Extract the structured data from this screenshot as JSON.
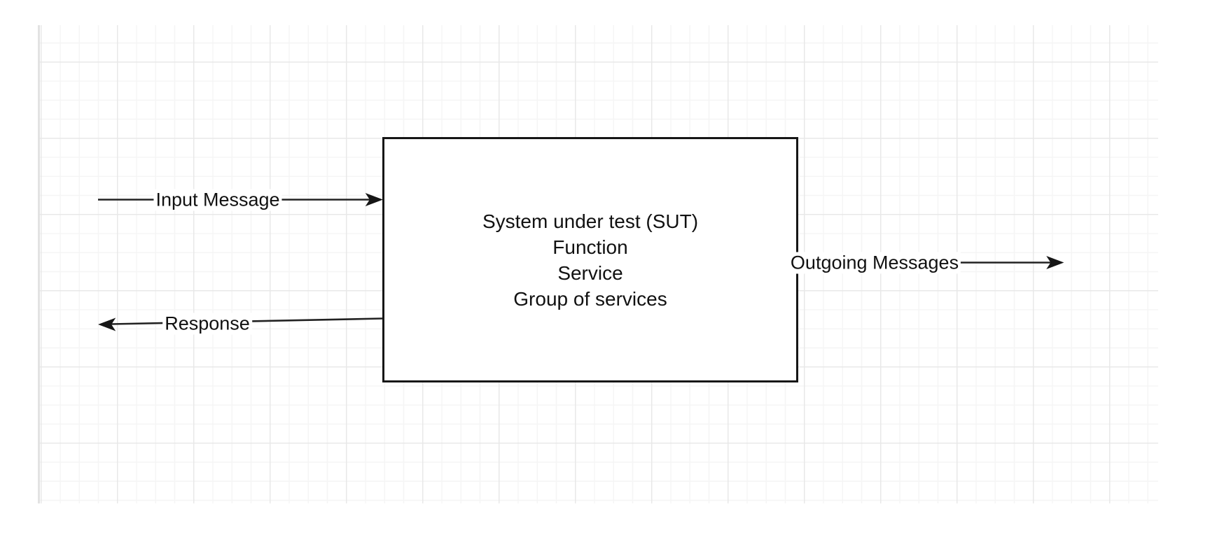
{
  "diagram": {
    "node": {
      "title_lines": [
        "System under test (SUT)",
        "Function",
        "Service",
        "Group of services"
      ]
    },
    "edges": [
      {
        "id": "input-message",
        "label": "Input Message",
        "direction": "into-node-from-left"
      },
      {
        "id": "response",
        "label": "Response",
        "direction": "out-of-node-to-left"
      },
      {
        "id": "outgoing-messages",
        "label": "Outgoing Messages",
        "direction": "out-of-node-to-right"
      }
    ],
    "colors": {
      "stroke": "#161616",
      "node_fill": "#ffffff",
      "node_border": "#161616",
      "grid_minor": "#f5f5f5",
      "grid_major": "#e8e8e8",
      "canvas_edge": "#e2e2e2",
      "background": "#ffffff"
    }
  }
}
